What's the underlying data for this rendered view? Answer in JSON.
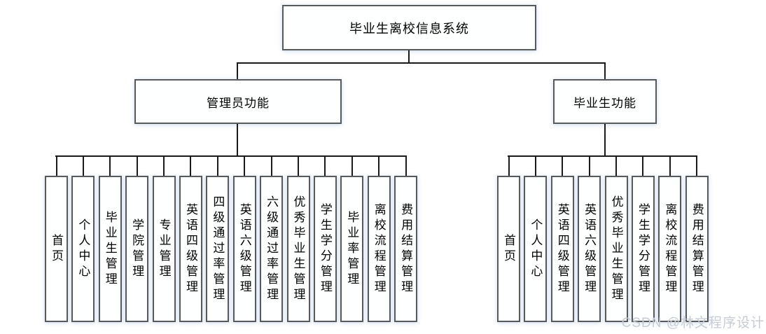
{
  "diagram": {
    "root": "毕业生离校信息系统",
    "branches": [
      {
        "label": "管理员功能",
        "items": [
          "首页",
          "个人中心",
          "毕业生管理",
          "学院管理",
          "专业管理",
          "英语四级管理",
          "四级通过率管理",
          "英语六级管理",
          "六级通过率管理",
          "优秀毕业生管理",
          "学生学分管理",
          "毕业率管理",
          "离校流程管理",
          "费用结算管理"
        ]
      },
      {
        "label": "毕业生功能",
        "items": [
          "首页",
          "个人中心",
          "英语四级管理",
          "英语六级管理",
          "优秀毕业生管理",
          "学生学分管理",
          "离校流程管理",
          "费用结算管理"
        ]
      }
    ]
  },
  "watermark": "CSDN @林文程序设计",
  "colors": {
    "line": "#1a1a1a",
    "box_border": "#58595b",
    "box_bg": "#feffff",
    "watermark": "#c6cbd4"
  }
}
